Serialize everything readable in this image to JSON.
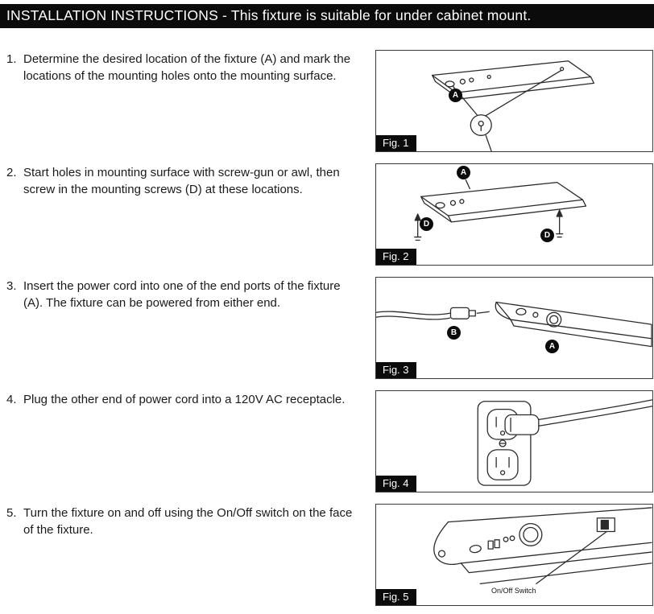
{
  "header": {
    "title": "INSTALLATION INSTRUCTIONS",
    "subtitle": " - This fixture is suitable for under cabinet mount."
  },
  "steps": [
    {
      "number": "1.",
      "text": "Determine the desired location of the fixture (A) and mark the locations of the mounting holes onto the mounting surface."
    },
    {
      "number": "2.",
      "text": "Start holes in mounting surface with screw-gun or awl, then screw in the mounting screws (D) at these locations."
    },
    {
      "number": "3.",
      "text": "Insert the power cord into one of the end ports of the fixture (A). The fixture can be powered from either end."
    },
    {
      "number": "4.",
      "text": "Plug the other end of power cord into a 120V AC receptacle."
    },
    {
      "number": "5.",
      "text": "Turn the fixture on and off using the On/Off switch on the face of the fixture."
    }
  ],
  "figures": [
    {
      "caption": "Fig. 1",
      "label_a": "A"
    },
    {
      "caption": "Fig. 2",
      "label_a": "A",
      "label_d1": "D",
      "label_d2": "D"
    },
    {
      "caption": "Fig. 3",
      "label_b": "B",
      "label_a": "A"
    },
    {
      "caption": "Fig. 4"
    },
    {
      "caption": "Fig. 5",
      "annotation": "On/Off Switch"
    }
  ],
  "colors": {
    "header_bg": "#0b0b0b",
    "header_text": "#ffffff",
    "line_art": "#2b2b2b"
  }
}
